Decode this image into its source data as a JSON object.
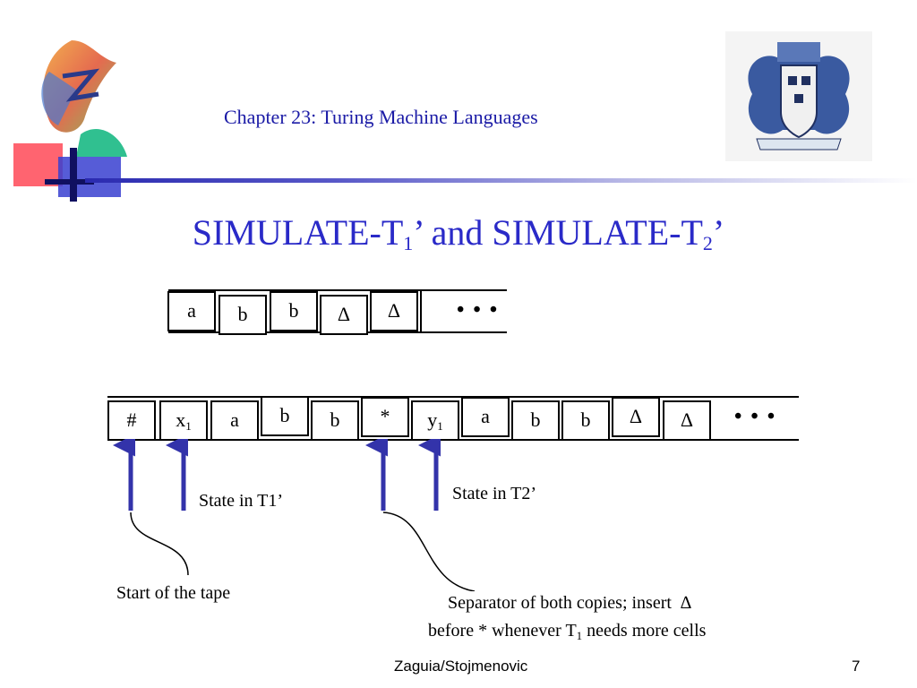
{
  "header": {
    "chapter": "Chapter 23: Turing Machine Languages"
  },
  "title": {
    "part1": "SIMULATE-T",
    "sub1": "1",
    "part2": "’ and SIMULATE-T",
    "sub2": "2",
    "part3": "’"
  },
  "tape1": {
    "cells": [
      "a",
      "b",
      "b",
      "∆",
      "∆"
    ],
    "dots": "• • •"
  },
  "tape2": {
    "cells": [
      {
        "main": "#",
        "sub": ""
      },
      {
        "main": "x",
        "sub": "1"
      },
      {
        "main": "a",
        "sub": ""
      },
      {
        "main": "b",
        "sub": ""
      },
      {
        "main": "b",
        "sub": ""
      },
      {
        "main": "*",
        "sub": ""
      },
      {
        "main": "y",
        "sub": "1"
      },
      {
        "main": "a",
        "sub": ""
      },
      {
        "main": "b",
        "sub": ""
      },
      {
        "main": "b",
        "sub": ""
      },
      {
        "main": "∆",
        "sub": ""
      },
      {
        "main": "∆",
        "sub": ""
      }
    ],
    "dots": "• • •"
  },
  "labels": {
    "state_t1": "State in T1’",
    "state_t2": "State in T2’",
    "start": "Start of the tape",
    "separator_line1": "Separator of both copies; insert  ∆",
    "separator_line2a": "before * whenever T",
    "separator_line2_sub": "1",
    "separator_line2b": " needs more cells"
  },
  "footer": {
    "author": "Zaguia/Stojmenovic",
    "page": "7"
  },
  "colors": {
    "title": "#2a2ac8",
    "chapter": "#1a1aa6",
    "arrow": "#3333aa"
  }
}
